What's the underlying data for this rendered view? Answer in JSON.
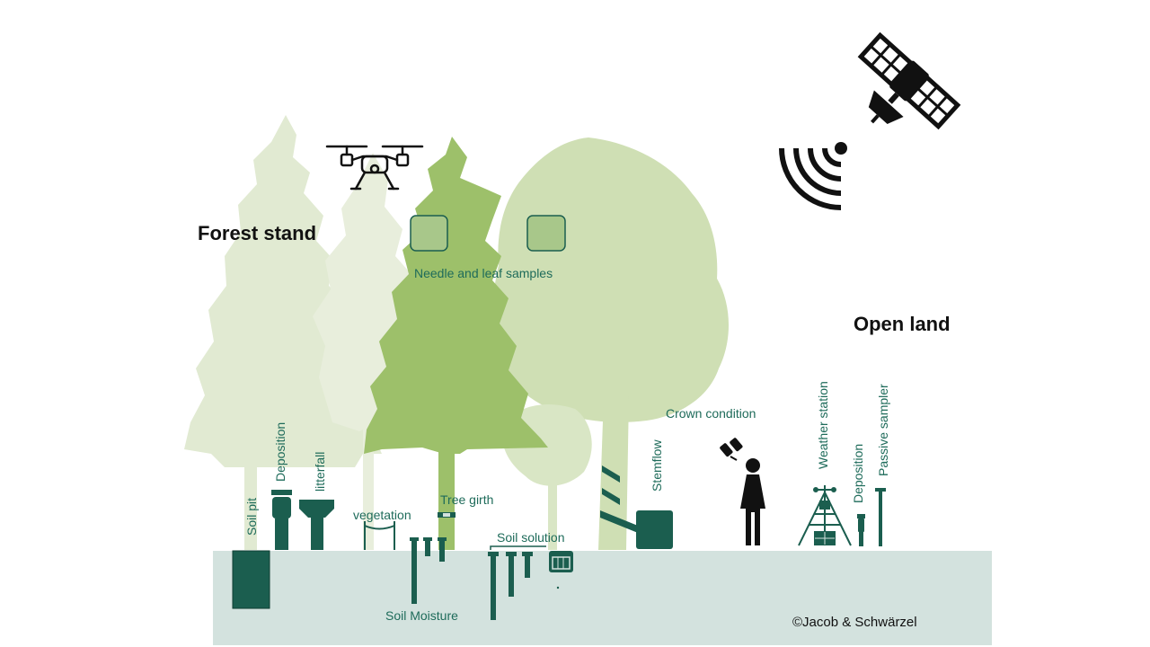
{
  "headings": {
    "forest_stand": "Forest stand",
    "open_land": "Open land"
  },
  "labels": {
    "needle_leaf_samples": "Needle and leaf samples",
    "crown_condition": "Crown condition",
    "soil_pit": "Soil pit",
    "deposition_forest": "Deposition",
    "litterfall": "litterfall",
    "vegetation": "vegetation",
    "tree_girth": "Tree girth",
    "soil_solution": "Soil solution",
    "soil_moisture": "Soil Moisture",
    "stemflow": "Stemflow",
    "weather_station": "Weather station",
    "deposition_open": "Deposition",
    "passive_sampler": "Passive sampler"
  },
  "credit": "©Jacob & Schwärzel",
  "icons": {
    "drone": "drone-icon",
    "satellite": "satellite-icon",
    "signal": "signal-icon",
    "person": "person-icon",
    "binoculars": "binoculars-icon"
  },
  "colors": {
    "instrument": "#1b5e4f",
    "label_text": "#1e6b5a",
    "ground": "#d3e2de",
    "tree_pale": "#e1ead2",
    "tree_light": "#cfdfb4",
    "tree_mid": "#bfd6a0",
    "tree_dark": "#9dc06a",
    "heading": "#111111"
  }
}
